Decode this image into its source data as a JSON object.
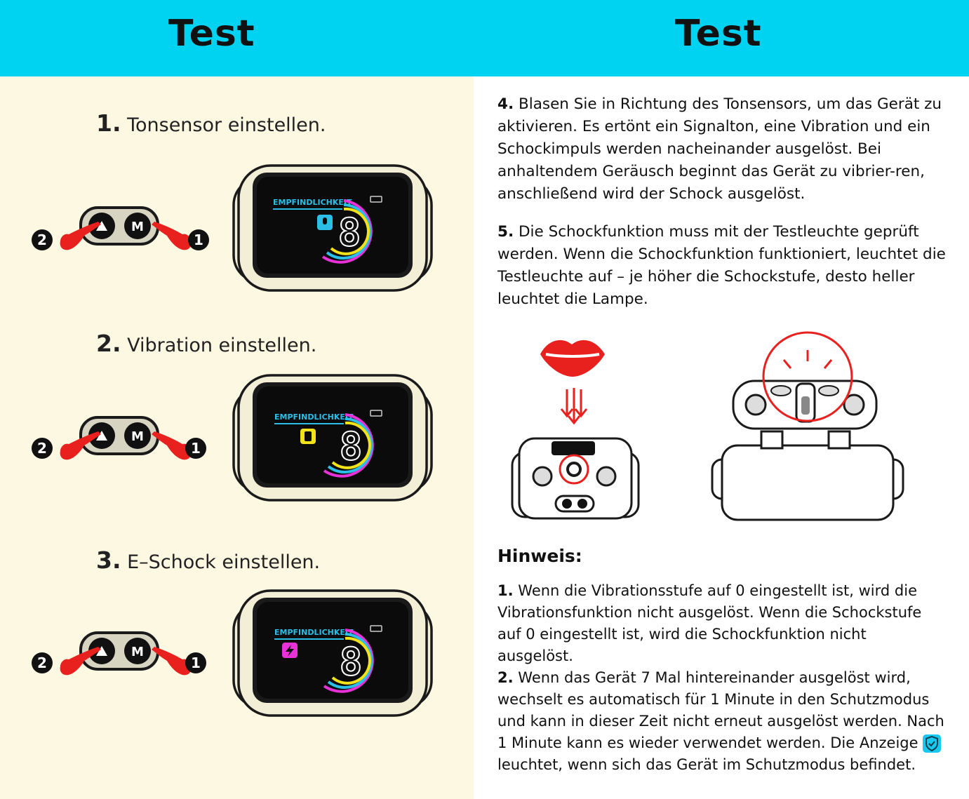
{
  "header": {
    "left_title": "Test",
    "right_title": "Test"
  },
  "steps": [
    {
      "number": "1.",
      "label": "Tonsensor einstellen.",
      "mode_icon": "microphone-icon",
      "mode_color": "#2bbfe8"
    },
    {
      "number": "2.",
      "label": "Vibration einstellen.",
      "mode_icon": "vibration-icon",
      "mode_color": "#f2e21a"
    },
    {
      "number": "3.",
      "label": "E–Schock einstellen.",
      "mode_icon": "lightning-icon",
      "mode_color": "#e832d8"
    }
  ],
  "device": {
    "screen_label": "EMPFINDLICHKEIT",
    "digit": "8",
    "button_up": "▲",
    "button_m": "M",
    "callout_left": "2",
    "callout_right": "1"
  },
  "right": {
    "p4_number": "4.",
    "p4_text": "Blasen Sie in Richtung des Tonsensors, um das Gerät zu aktivieren. Es ertönt ein Signalton, eine Vibration und ein Schockimpuls werden nacheinander ausgelöst. Bei anhaltendem Geräusch beginnt das Gerät zu vibrier-ren, anschließend wird der Schock ausgelöst.",
    "p5_number": "5.",
    "p5_text": "Die Schockfunktion muss mit der Testleuchte geprüft werden. Wenn die Schockfunktion funktioniert, leuchtet die Testleuchte auf – je höher die Schockstufe, desto heller leuchtet die Lampe.",
    "hinweis": "Hinweis:",
    "n1_number": "1.",
    "n1_text": "Wenn die Vibrationsstufe auf 0 eingestellt ist, wird die Vibrationsfunktion nicht ausgelöst. Wenn die Schockstufe auf 0 eingestellt ist, wird die Schockfunktion nicht ausgelöst.",
    "n2_number": "2.",
    "n2_text_a": "Wenn das Gerät 7 Mal hintereinander ausgelöst wird, wechselt es automatisch für 1 Minute in den Schutzmodus und kann in dieser Zeit nicht erneut ausgelöst werden. Nach 1 Minute kann es wieder verwendet werden. Die Anzeige",
    "n2_text_b": "leuchtet, wenn sich das Gerät im Schutzmodus befindet."
  },
  "colors": {
    "header": "#00d2f2",
    "left_bg": "#fdf8e2",
    "accent_red": "#e8201e",
    "shield": "#19c8ee"
  }
}
